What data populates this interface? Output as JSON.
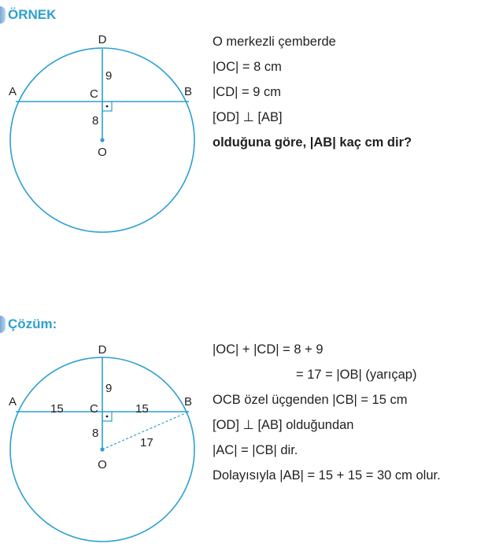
{
  "example": {
    "heading": "ÖRNEK",
    "figure": {
      "point_d": "D",
      "point_a": "A",
      "point_b": "B",
      "point_c": "C",
      "point_o": "O",
      "len_cd": "9",
      "len_oc": "8"
    },
    "lines": [
      "O merkezli çemberde",
      "|OC| = 8 cm",
      "|CD| = 9 cm",
      "[OD] ⊥ [AB]",
      "olduğuna göre, |AB| kaç cm dir?"
    ]
  },
  "solution": {
    "heading": "Çözüm:",
    "figure": {
      "point_d": "D",
      "point_a": "A",
      "point_b": "B",
      "point_c": "C",
      "point_o": "O",
      "len_cd": "9",
      "len_oc": "8",
      "len_ac": "15",
      "len_cb": "15",
      "len_ob": "17"
    },
    "lines": [
      "|OC| + |CD| = 8 + 9",
      "= 17 = |OB| (yarıçap)",
      "OCB özel üçgenden |CB| = 15 cm",
      "[OD] ⊥ [AB] olduğundan",
      "|AC| = |CB| dir.",
      "Dolayısıyla |AB| = 15 + 15 = 30 cm olur."
    ]
  },
  "colors": {
    "accent": "#2e9fd0",
    "text": "#231f20"
  }
}
